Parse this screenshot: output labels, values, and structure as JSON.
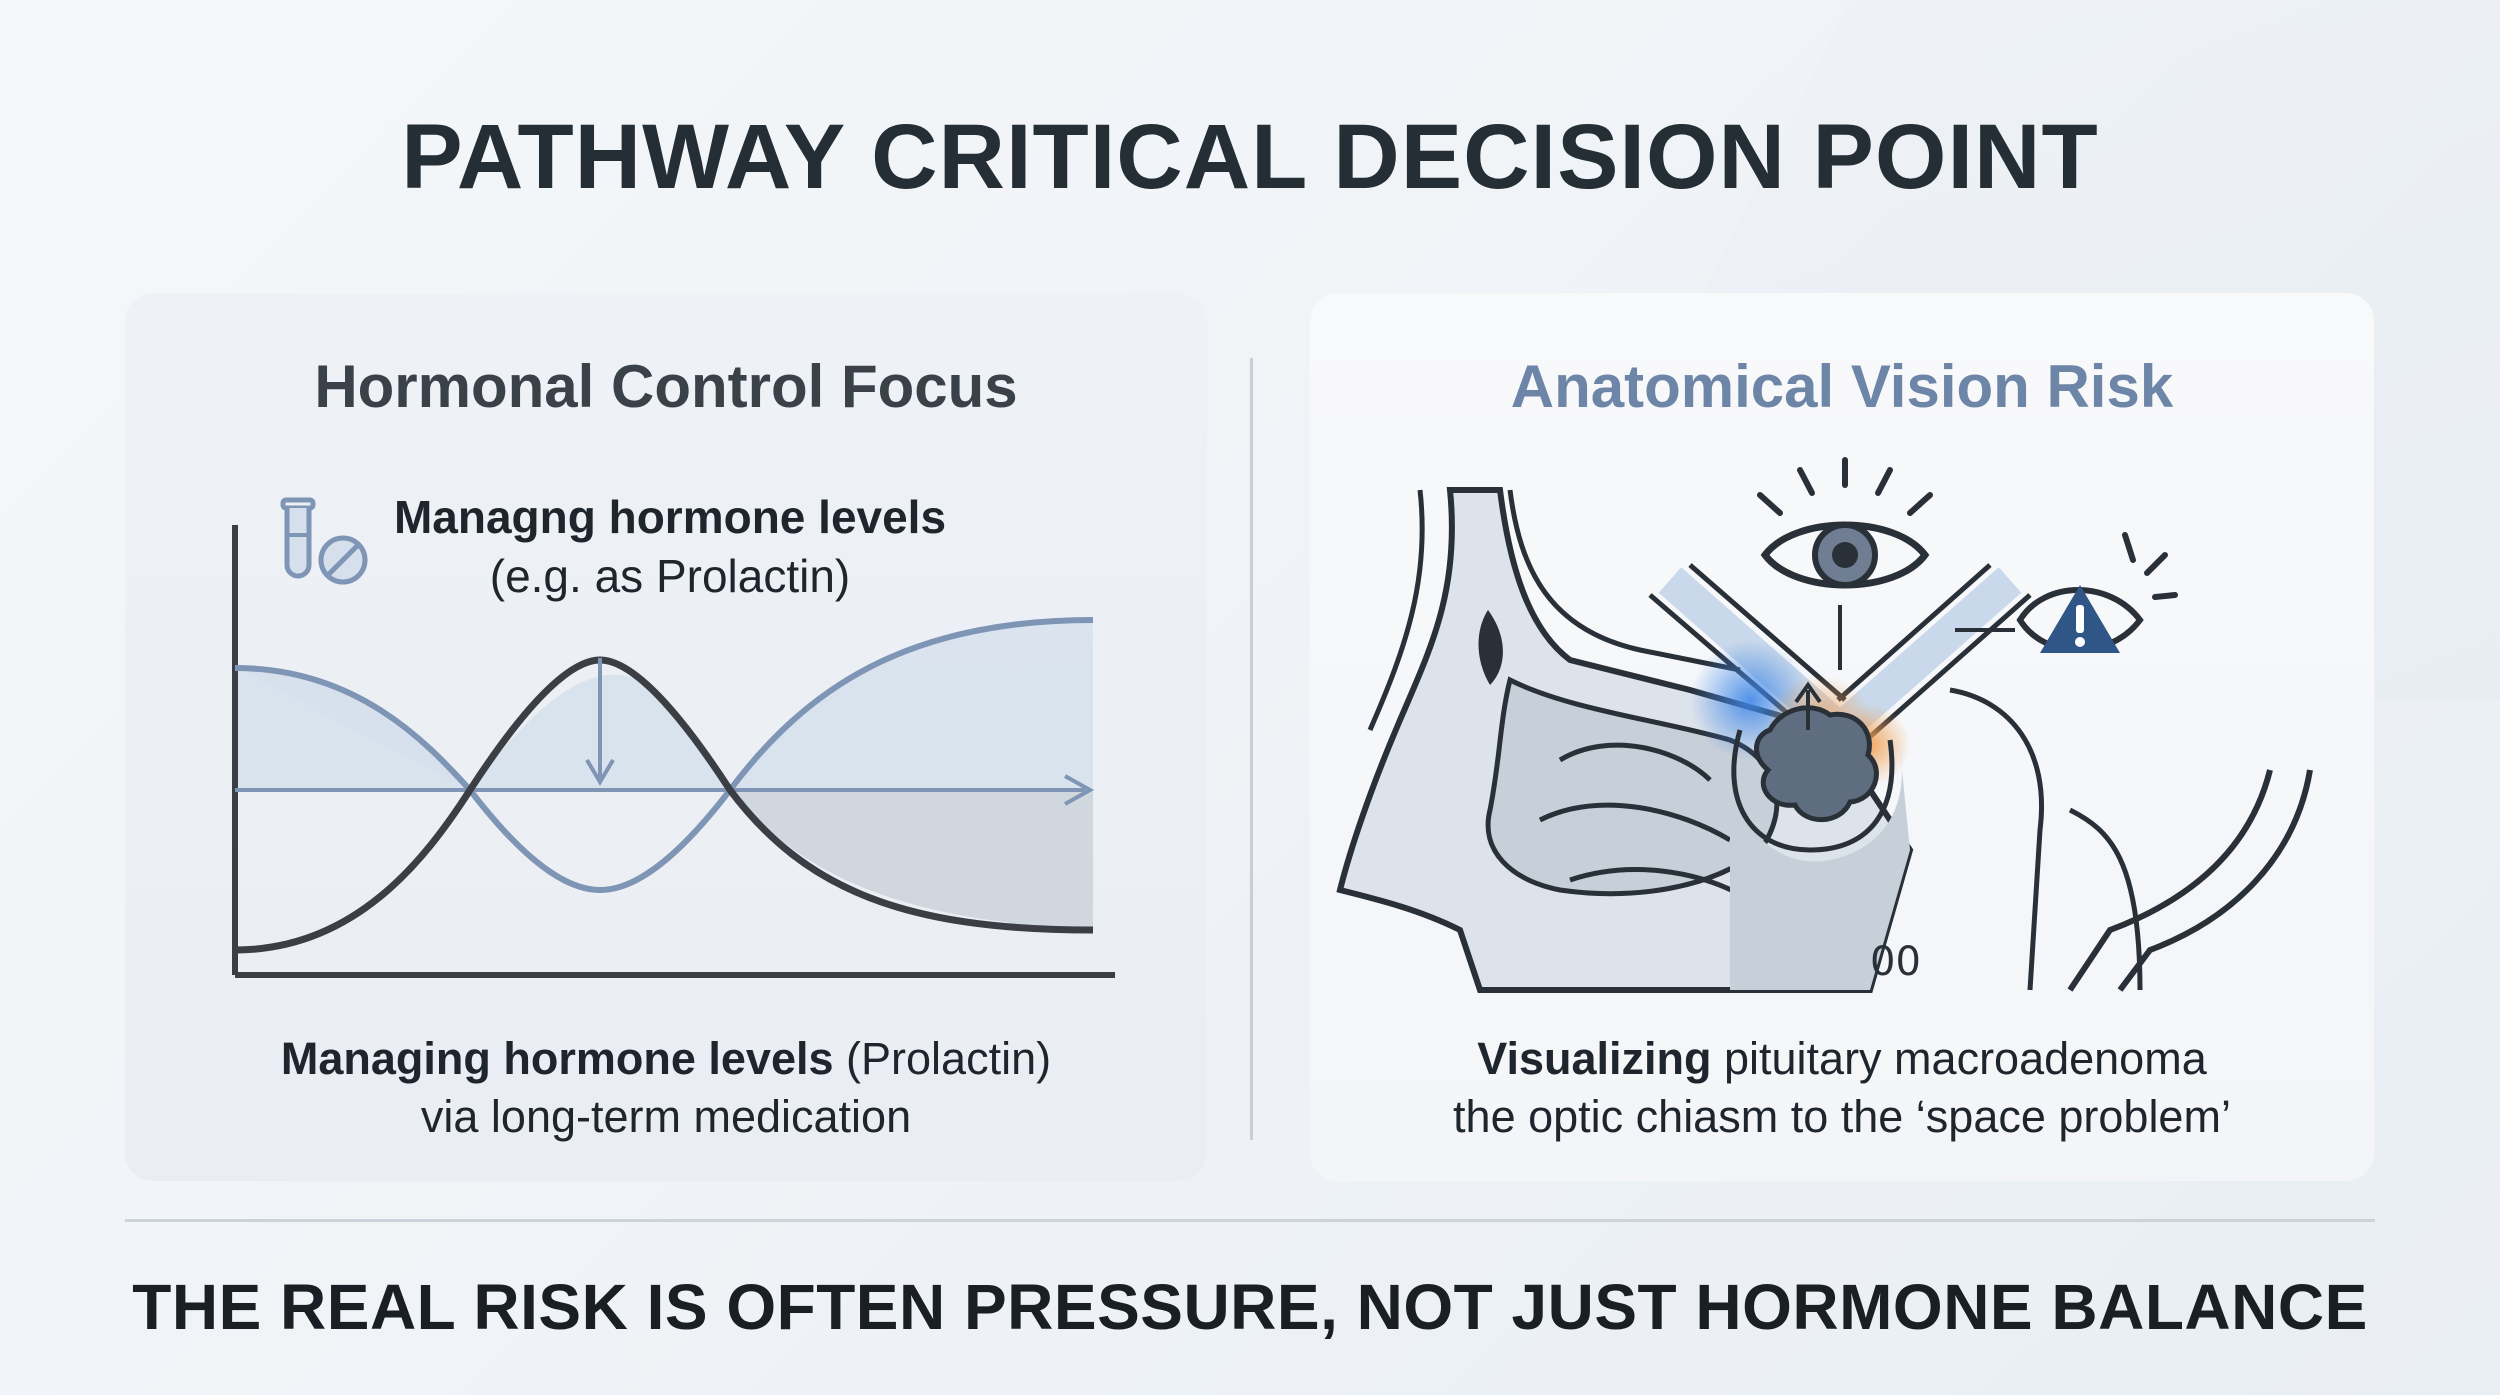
{
  "title": "PATHWAY CRITICAL DECISION POINT",
  "left_panel": {
    "heading": "Hormonal Control Focus",
    "graph_label_line1": "Managng hormone levels",
    "graph_label_line2": "(e.g. as Prolactin)",
    "caption_bold": "Managing hormone levels",
    "caption_rest": " (Prolactin)",
    "caption_line2": "via long-term medication",
    "icon": "test-tube-pill-icon"
  },
  "right_panel": {
    "heading": "Anatomical Vision Risk",
    "caption_bold": "Visualizing",
    "caption_rest": " pituitary macroadenoma",
    "caption_line2": "the optic chiasm to the ‘space problem’",
    "icons": [
      "eye-icon",
      "warning-eye-icon"
    ]
  },
  "footer": "THE REAL RISK IS OFTEN PRESSURE, NOT JUST HORMONE BALANCE",
  "colors": {
    "accent_blue": "#6d86a8",
    "curve_blue": "#7f95b5",
    "dark_curve": "#3b3f45",
    "warning_blue": "#2f5687",
    "tumor_glow": "#3e86e6",
    "tumor_orange": "#f0a052"
  }
}
